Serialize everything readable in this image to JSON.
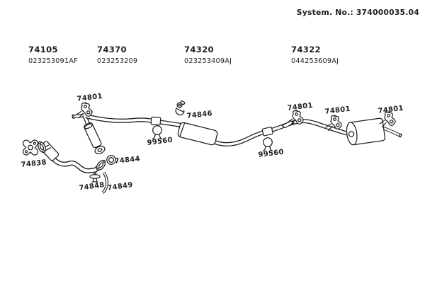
{
  "page": {
    "background": "#ffffff",
    "ink": "#1f1f1f"
  },
  "header": {
    "system_label": "System. No.: 374000035.04"
  },
  "parts": [
    {
      "number": "74105",
      "code": "023253091AF"
    },
    {
      "number": "74370",
      "code": "023253209"
    },
    {
      "number": "74320",
      "code": "023253409AJ"
    },
    {
      "number": "74322",
      "code": "044253609AJ"
    }
  ],
  "callouts": {
    "hanger": "74801",
    "clamp": "74846",
    "ring_hanger": "99560",
    "flange_gasket": "74838",
    "seal_ring": "74844",
    "rubber_mount": "74848",
    "support_bracket": "74849"
  }
}
